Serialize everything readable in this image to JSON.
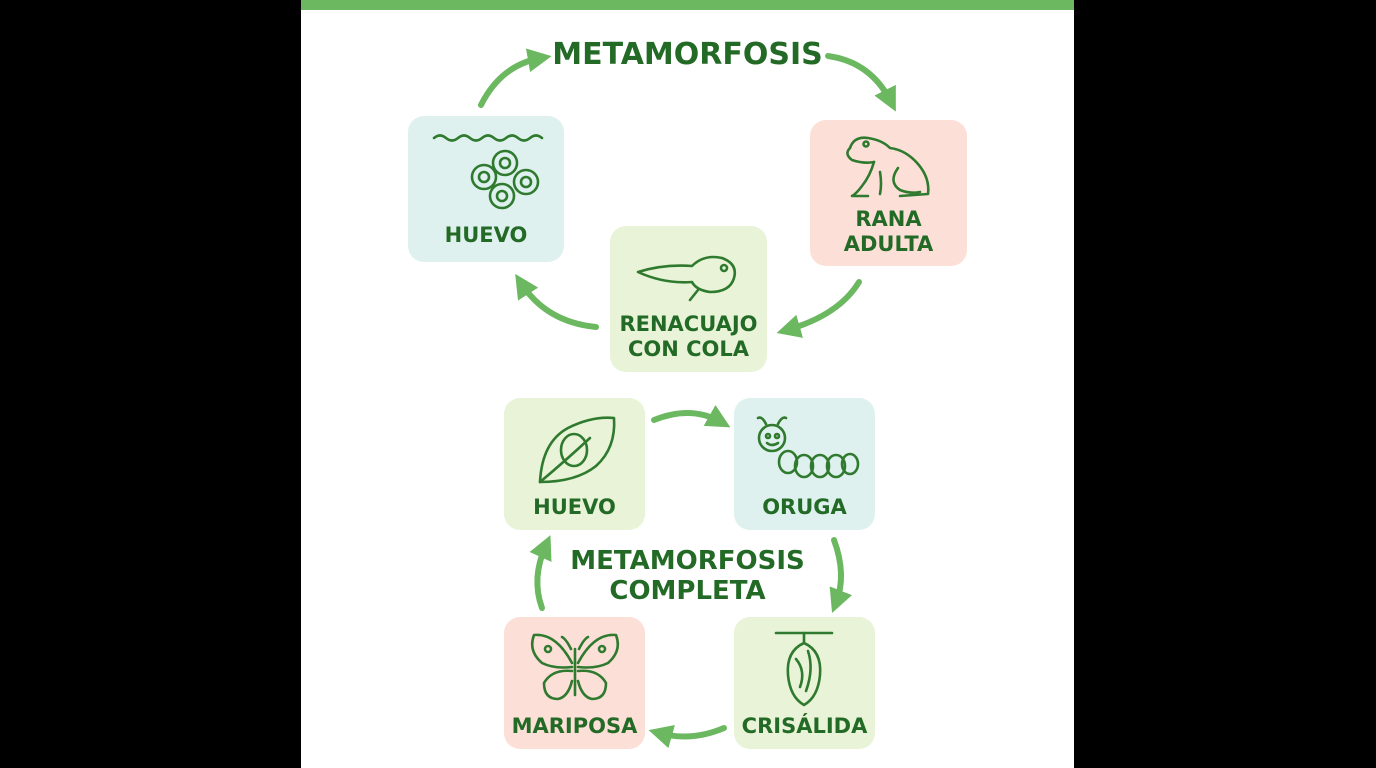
{
  "colors": {
    "accent": "#6cb861",
    "text": "#236a26",
    "icon": "#2f7a2f",
    "card_blue": "#dff1ee",
    "card_pink": "#fce0d8",
    "card_green": "#e8f3d8"
  },
  "frog_cycle": {
    "title": "METAMORFOSIS",
    "stages": [
      {
        "label": "HUEVO",
        "icon": "eggs-in-water-icon"
      },
      {
        "label": "RANA\nADULTA",
        "icon": "frog-icon"
      },
      {
        "label": "RENACUAJO\nCON COLA",
        "icon": "tadpole-icon"
      }
    ]
  },
  "butterfly_cycle": {
    "title": "METAMORFOSIS\nCOMPLETA",
    "stages": [
      {
        "label": "HUEVO",
        "icon": "egg-on-leaf-icon"
      },
      {
        "label": "ORUGA",
        "icon": "caterpillar-icon"
      },
      {
        "label": "CRISÁLIDA",
        "icon": "chrysalis-icon"
      },
      {
        "label": "MARIPOSA",
        "icon": "butterfly-icon"
      }
    ]
  }
}
